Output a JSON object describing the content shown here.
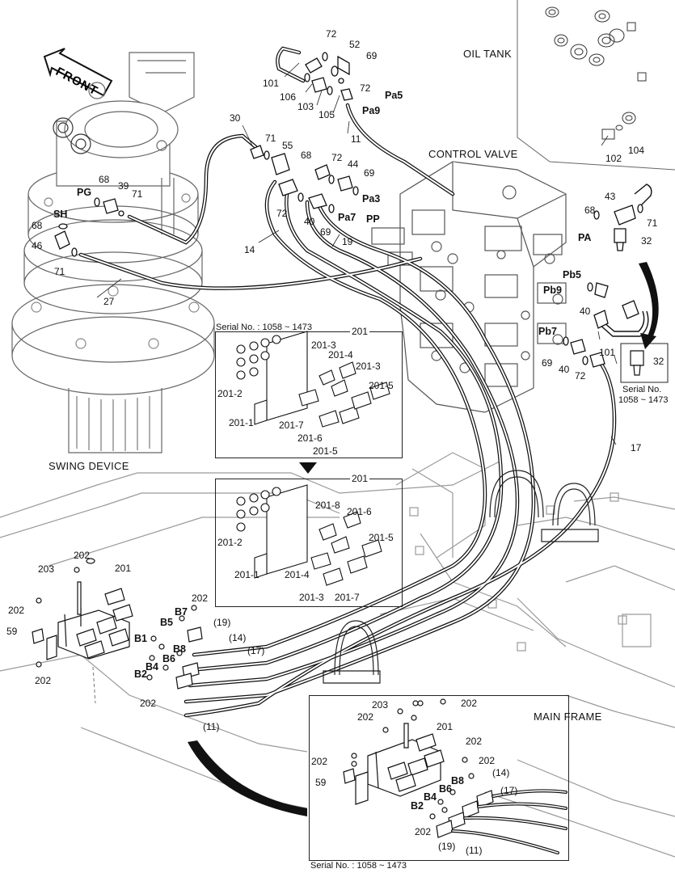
{
  "front_label": "FRONT",
  "titles": {
    "oil_tank": "OIL TANK",
    "control_valve": "CONTROL VALVE",
    "swing_device": "SWING DEVICE",
    "main_frame": "MAIN FRAME"
  },
  "serials": {
    "box1": "Serial No. : 1058 ~ 1473",
    "box3": "Serial No. : 1058 ~ 1473",
    "switch_line1": "Serial No.",
    "switch_line2": "1058 ~ 1473"
  },
  "ports": {
    "pg": "PG",
    "sh": "SH",
    "pa5": "Pa5",
    "pa9": "Pa9",
    "pa3": "Pa3",
    "pa7": "Pa7",
    "pp": "PP",
    "pa": "PA",
    "pb5": "Pb5",
    "pb9": "Pb9",
    "pb7": "Pb7",
    "b7": "B7",
    "b5": "B5",
    "b1": "B1",
    "b8": "B8",
    "b6": "B6",
    "b4": "B4",
    "b2": "B2",
    "b8i": "B8",
    "b6i": "B6",
    "b4i": "B4",
    "b2i": "B2"
  },
  "parts": {
    "p72a": "72",
    "p52": "52",
    "p69a": "69",
    "p101a": "101",
    "p106": "106",
    "p103": "103",
    "p72b": "72",
    "p105": "105",
    "p11": "11",
    "p30": "30",
    "p71a": "71",
    "p55": "55",
    "p68a": "68",
    "p72c": "72",
    "p44": "44",
    "p69b": "69",
    "p72d": "72",
    "p40a": "40",
    "p69c": "69",
    "p14": "14",
    "p19": "19",
    "p68b": "68",
    "p39": "39",
    "p71b": "71",
    "p68c": "68",
    "p46": "46",
    "p71c": "71",
    "p27": "27",
    "p102": "102",
    "p104": "104",
    "p43": "43",
    "p68d": "68",
    "p71d": "71",
    "p32a": "32",
    "p40b": "40",
    "p101b": "101",
    "p69d": "69",
    "p40c": "40",
    "p72e": "72",
    "p32b": "32",
    "p17": "17",
    "b201a": "201",
    "b201_3a": "201-3",
    "b201_4a": "201-4",
    "b201_3b": "201-3",
    "b201_2a": "201-2",
    "b201_5a": "201-5",
    "b201_1a": "201-1",
    "b201_7a": "201-7",
    "b201_6a": "201-6",
    "b201_5b": "201-5",
    "b201b": "201",
    "b201_8": "201-8",
    "b201_6b": "201-6",
    "b201_2b": "201-2",
    "b201_5c": "201-5",
    "b201_1b": "201-1",
    "b201_4b": "201-4",
    "b201_3c": "201-3",
    "b201_7b": "201-7",
    "m202a": "202",
    "m203a": "203",
    "m201a": "201",
    "m202b": "202",
    "m59a": "59",
    "m202c": "202",
    "m202d": "202",
    "m202e": "202",
    "m19a": "(19)",
    "m14a": "(14)",
    "m17a": "(17)",
    "m11a": "(11)",
    "i203": "203",
    "i202a": "202",
    "i202b": "202",
    "i201": "201",
    "i202c": "202",
    "i202d": "202",
    "i202e": "202",
    "i59": "59",
    "i14": "(14)",
    "i17": "(17)",
    "i202f": "202",
    "i19": "(19)",
    "i11": "(11)"
  }
}
